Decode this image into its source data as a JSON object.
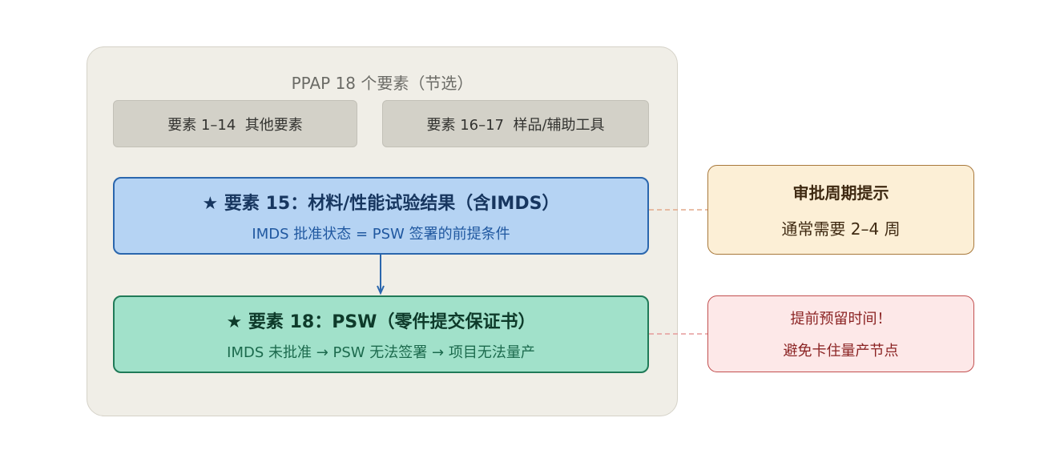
{
  "container": {
    "title": "PPAP 18 个要素（节选）"
  },
  "elements_other": {
    "label": "要素 1–14  其他要素"
  },
  "elements_samples": {
    "label": "要素 16–17  样品/辅助工具"
  },
  "element_15": {
    "title": "★ 要素 15：材料/性能试验结果（含IMDS）",
    "subtitle": "IMDS 批准状态 = PSW 签署的前提条件"
  },
  "element_18": {
    "title": "★ 要素 18：PSW（零件提交保证书）",
    "subtitle": "IMDS 未批准 → PSW 无法签署 → 项目无法量产"
  },
  "approval_note": {
    "title": "审批周期提示",
    "text": "通常需要 2–4 周"
  },
  "reserve_note": {
    "title": "提前预留时间！",
    "text": "避免卡住量产节点"
  },
  "colors": {
    "element_15_border": "#2a66ad",
    "element_18_border": "#207a58",
    "approval_connector": "#e2a98a",
    "reserve_connector": "#e69a9a"
  }
}
